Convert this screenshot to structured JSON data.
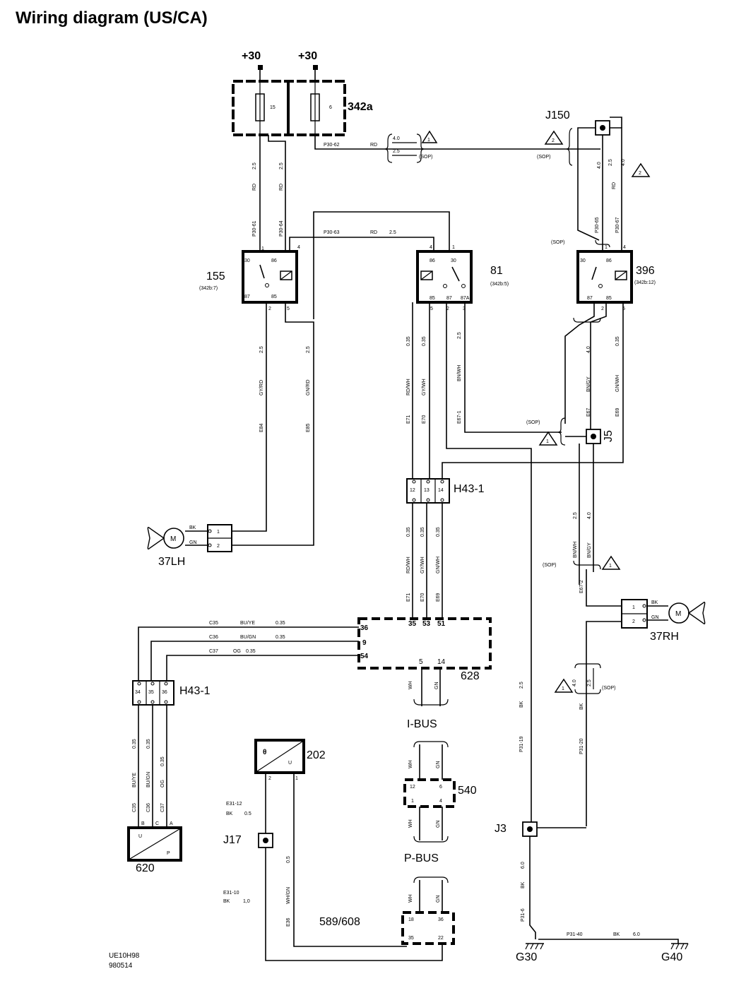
{
  "title": "Wiring diagram (US/CA)",
  "footer": {
    "code1": "UE10H98",
    "code2": "980514"
  },
  "supplies": {
    "left": "+30",
    "right": "+30"
  },
  "fuse_box": {
    "label": "342a",
    "fuse_left": "15",
    "fuse_right": "6"
  },
  "relays": [
    {
      "id": "155",
      "sub": "(342b:7)",
      "pins": {
        "p30": "30",
        "p86": "86",
        "p87": "87",
        "p85": "85",
        "t1": "1",
        "t4": "4",
        "b2": "2",
        "b5": "5"
      }
    },
    {
      "id": "81",
      "sub": "(342b:5)",
      "pins": {
        "p86": "86",
        "p30": "30",
        "p85": "85",
        "p87": "87",
        "p87a": "87A",
        "t4": "4",
        "t1": "1",
        "b5": "5",
        "b2": "2",
        "b3": "3"
      }
    },
    {
      "id": "396",
      "sub": "(342b:12)",
      "pins": {
        "p30": "30",
        "p86": "86",
        "p87": "87",
        "p85": "85",
        "t1": "1",
        "t4": "4",
        "b2": "2",
        "b5": "5"
      }
    }
  ],
  "junctions": {
    "j150": "J150",
    "j5": "J5",
    "j3": "J3",
    "j17": "J17"
  },
  "connectors": {
    "h43_top": {
      "label": "H43-1",
      "pins": [
        "12",
        "13",
        "14"
      ]
    },
    "h43_bot": {
      "label": "H43-1",
      "pins": [
        "34",
        "35",
        "36"
      ]
    }
  },
  "motors": {
    "lh": {
      "label": "37LH",
      "pin1": "1",
      "pin2": "2",
      "w1": "BK",
      "w2": "GN",
      "m": "M"
    },
    "rh": {
      "label": "37RH",
      "pin1": "1",
      "pin2": "2",
      "w1": "BK",
      "w2": "GN",
      "m": "M"
    }
  },
  "modules": {
    "m628": {
      "label": "628",
      "pins": {
        "p36": "36",
        "p9": "9",
        "p54": "54",
        "p35": "35",
        "p53": "53",
        "p51": "51",
        "p5": "5",
        "p14": "14"
      }
    },
    "m540": {
      "label": "540",
      "pins": {
        "p12": "12",
        "p6": "6",
        "p1": "1",
        "p4": "4"
      }
    },
    "m589": {
      "label": "589/608",
      "pins": {
        "p18": "18",
        "p36a": "36",
        "p35": "35",
        "p22": "22"
      }
    },
    "m202": {
      "label": "202",
      "pins": {
        "p2": "2",
        "p1": "1"
      },
      "sym": "θ",
      "u": "U"
    },
    "m620": {
      "label": "620",
      "pins": {
        "b": "B",
        "c": "C",
        "a": "A"
      },
      "u": "U",
      "p": "P"
    }
  },
  "buses": {
    "ibus": "I-BUS",
    "pbus": "P-BUS"
  },
  "grounds": {
    "g30": "G30",
    "g40": "G40"
  },
  "warn": {
    "w1": "1",
    "w2": "2"
  },
  "sop": "(SOP)",
  "wires": {
    "p30_62": "P30-62",
    "rd": "RD",
    "v40": "4.0",
    "v25": "2.5",
    "v035": "0.35",
    "v05": "0.5",
    "v10": "1,0",
    "v60": "6.0",
    "p30_61": "P30-61",
    "p30_64": "P30-64",
    "p30_63": "P30-63",
    "p30_65": "P30-65",
    "p30_67": "P30-67",
    "gyrd": "GY/RD",
    "gnrd": "GN/RD",
    "e84": "E84",
    "e85": "E85",
    "rdwh": "RD/WH",
    "gywh": "GY/WH",
    "bnwh": "BN/WH",
    "bngy": "BN/GY",
    "gnwh": "GN/WH",
    "e71": "E71",
    "e70": "E70",
    "e67_1": "E67-1",
    "e67": "E67",
    "e69": "E69",
    "e67_2": "E67-2",
    "c35": "C35",
    "c36": "C36",
    "c37": "C37",
    "buye": "BU/YE",
    "bugn": "BU/GN",
    "og": "OG",
    "wh": "WH",
    "gn": "GN",
    "bk": "BK",
    "whgn": "WH/GN",
    "e36": "E36",
    "p31_19": "P31-19",
    "p31_20": "P31-20",
    "p31_6": "P31-6",
    "p31_40": "P31-40",
    "e31_12": "E31-12",
    "e31_10": "E31-10"
  }
}
